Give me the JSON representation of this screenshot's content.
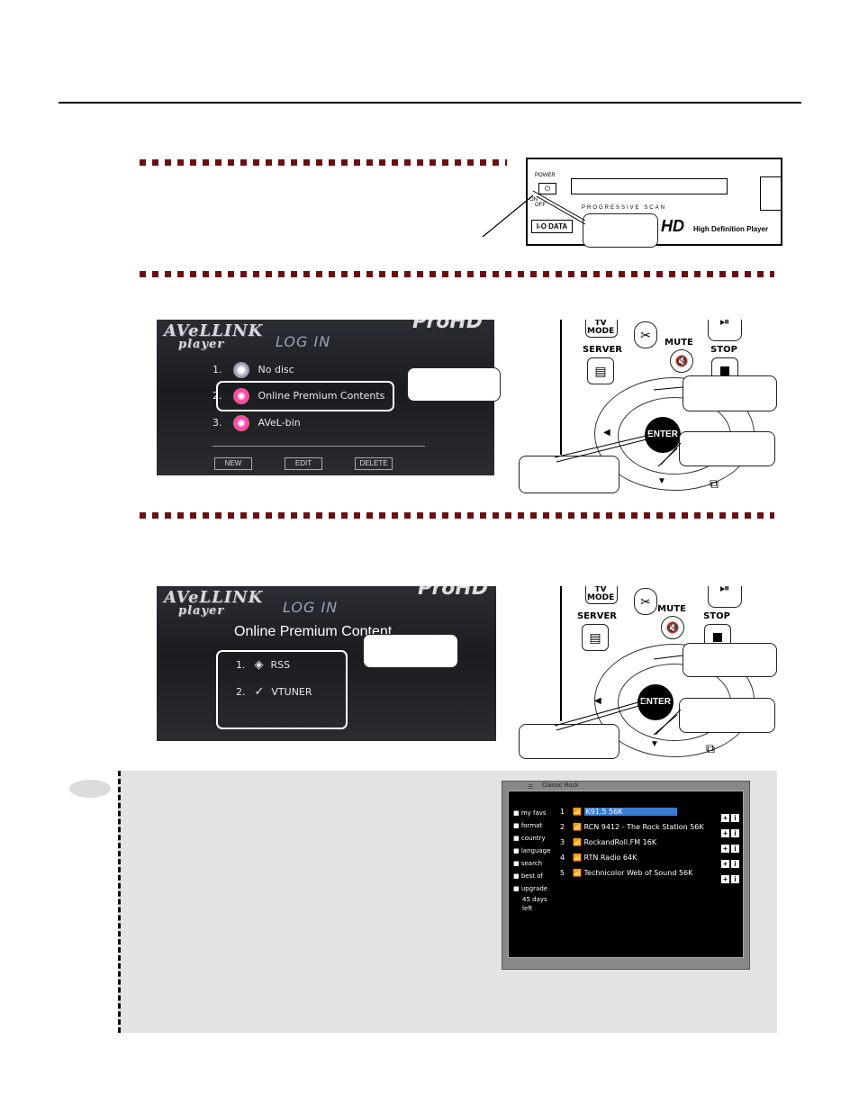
{
  "device": {
    "power_label": "POWER",
    "on_label": "ON",
    "off_label": "OFF",
    "scan_label": "PROGRESSIVE SCAN",
    "brand": "I-O DATA",
    "hd_logo": "HD",
    "hd_text": "High Definition Player"
  },
  "screen1": {
    "logo_line1": "AVeLLINK",
    "logo_line2": "player",
    "login_title": "LOG IN",
    "prohd": "ProHD",
    "items": [
      {
        "num": "1.",
        "label": "No disc"
      },
      {
        "num": "2.",
        "label": "Online Premium Contents"
      },
      {
        "num": "3.",
        "label": "AVeL-bin"
      }
    ],
    "buttons": [
      "NEW",
      "EDIT",
      "DELETE"
    ]
  },
  "screen2": {
    "logo_line1": "AVeLLINK",
    "logo_line2": "player",
    "login_title": "LOG IN",
    "prohd": "ProHD",
    "subtitle": "Online Premium Content",
    "items": [
      {
        "num": "1.",
        "label": "RSS"
      },
      {
        "num": "2.",
        "label": "VTUNER"
      }
    ]
  },
  "remote": {
    "tv_mode": "TV\nMODE",
    "server": "SERVER",
    "mute": "MUTE",
    "stop": "STOP",
    "enter": "ENTER"
  },
  "tuner": {
    "title": "Classic Rock",
    "side": [
      "my favs",
      "format",
      "country",
      "language",
      "search",
      "best of",
      "upgrade",
      "45 days",
      "left"
    ],
    "stations": [
      {
        "num": "1",
        "name": "K91.5 56K"
      },
      {
        "num": "2",
        "name": "RCN 9412 - The Rock Station 56K"
      },
      {
        "num": "3",
        "name": "RockandRoll.FM 16K"
      },
      {
        "num": "4",
        "name": "RTN Radio 64K"
      },
      {
        "num": "5",
        "name": "Technicolor Web of Sound 56K"
      }
    ]
  },
  "colors": {
    "dots": "#6b1010",
    "selection": "#3a7bd5",
    "note_bg": "#e3e3e3"
  }
}
